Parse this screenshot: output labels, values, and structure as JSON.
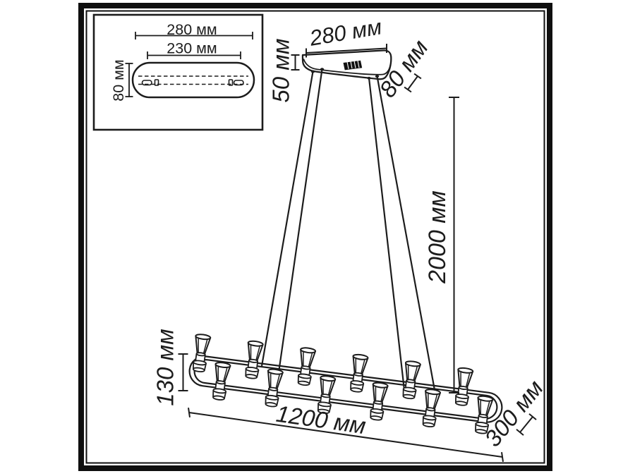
{
  "inset": {
    "width_label": "280 мм",
    "mount_width_label": "230 мм",
    "depth_label": "80 мм"
  },
  "canopy": {
    "width_label": "280 мм",
    "height_label": "50 мм",
    "depth_label": "80 мм"
  },
  "suspension": {
    "length_label": "2000 мм"
  },
  "fixture": {
    "length_label": "1200 мм",
    "height_label": "130 мм",
    "depth_label": "300 мм",
    "lamp_count": 12
  },
  "colors": {
    "line": "#1c1c1c",
    "frame": "#0f0f0f",
    "background": "#ffffff"
  }
}
